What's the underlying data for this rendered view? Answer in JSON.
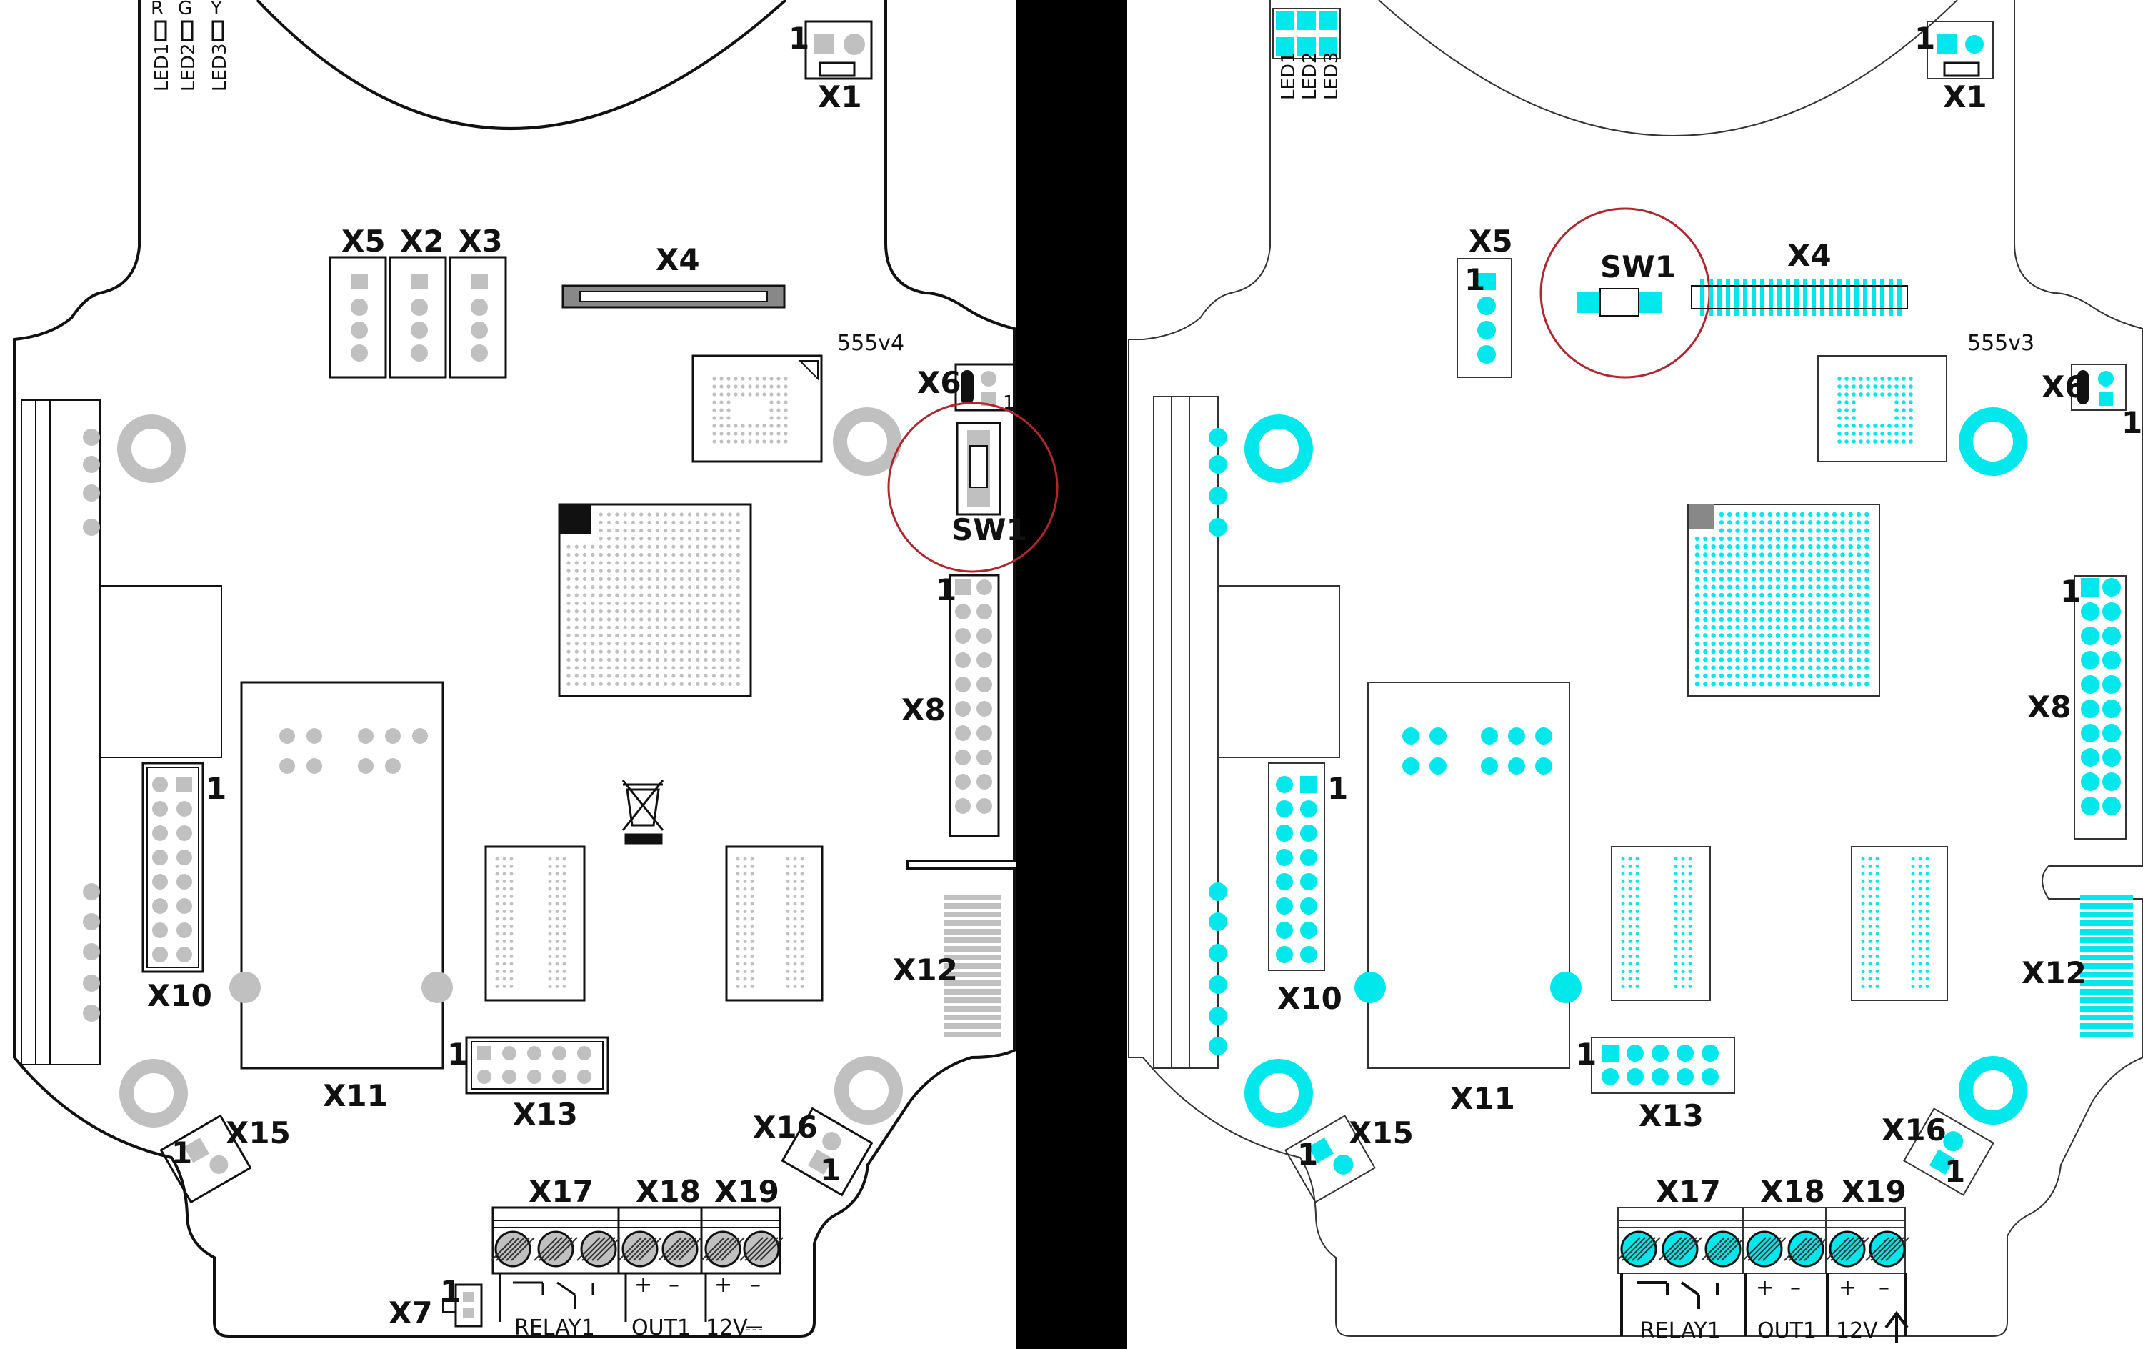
{
  "colors": {
    "background": "#ffffff",
    "divider": "#000000",
    "left_accent": "#c0c0c0",
    "right_accent": "#00e8ec",
    "highlight_circle": "#b0262c",
    "outline": "#111111"
  },
  "boards": {
    "left": {
      "version": "555v4",
      "led_colors": [
        "R",
        "G",
        "Y"
      ],
      "leds": [
        "LED1",
        "LED2",
        "LED3"
      ],
      "connectors": {
        "x1": "X1",
        "x2": "X2",
        "x3": "X3",
        "x4": "X4",
        "x5": "X5",
        "x6": "X6",
        "x7": "X7",
        "x8": "X8",
        "x10": "X10",
        "x11": "X11",
        "x12": "X12",
        "x13": "X13",
        "x15": "X15",
        "x16": "X16",
        "x17": "X17",
        "x18": "X18",
        "x19": "X19"
      },
      "sw1": "SW1",
      "pin1": "1",
      "terminals": {
        "relay": "RELAY1",
        "out": "OUT1",
        "supply": "12V",
        "plus": "+",
        "minus": "–",
        "dc_symbol": "⎓"
      }
    },
    "right": {
      "version": "555v3",
      "leds": [
        "LED1",
        "LED2",
        "LED3"
      ],
      "connectors": {
        "x1": "X1",
        "x4": "X4",
        "x5": "X5",
        "x6": "X6",
        "x8": "X8",
        "x10": "X10",
        "x11": "X11",
        "x12": "X12",
        "x13": "X13",
        "x15": "X15",
        "x16": "X16",
        "x17": "X17",
        "x18": "X18",
        "x19": "X19"
      },
      "sw1": "SW1",
      "pin1": "1",
      "terminals": {
        "relay": "RELAY1",
        "out": "OUT1",
        "supply": "12V",
        "plus": "+",
        "minus": "–"
      }
    }
  }
}
